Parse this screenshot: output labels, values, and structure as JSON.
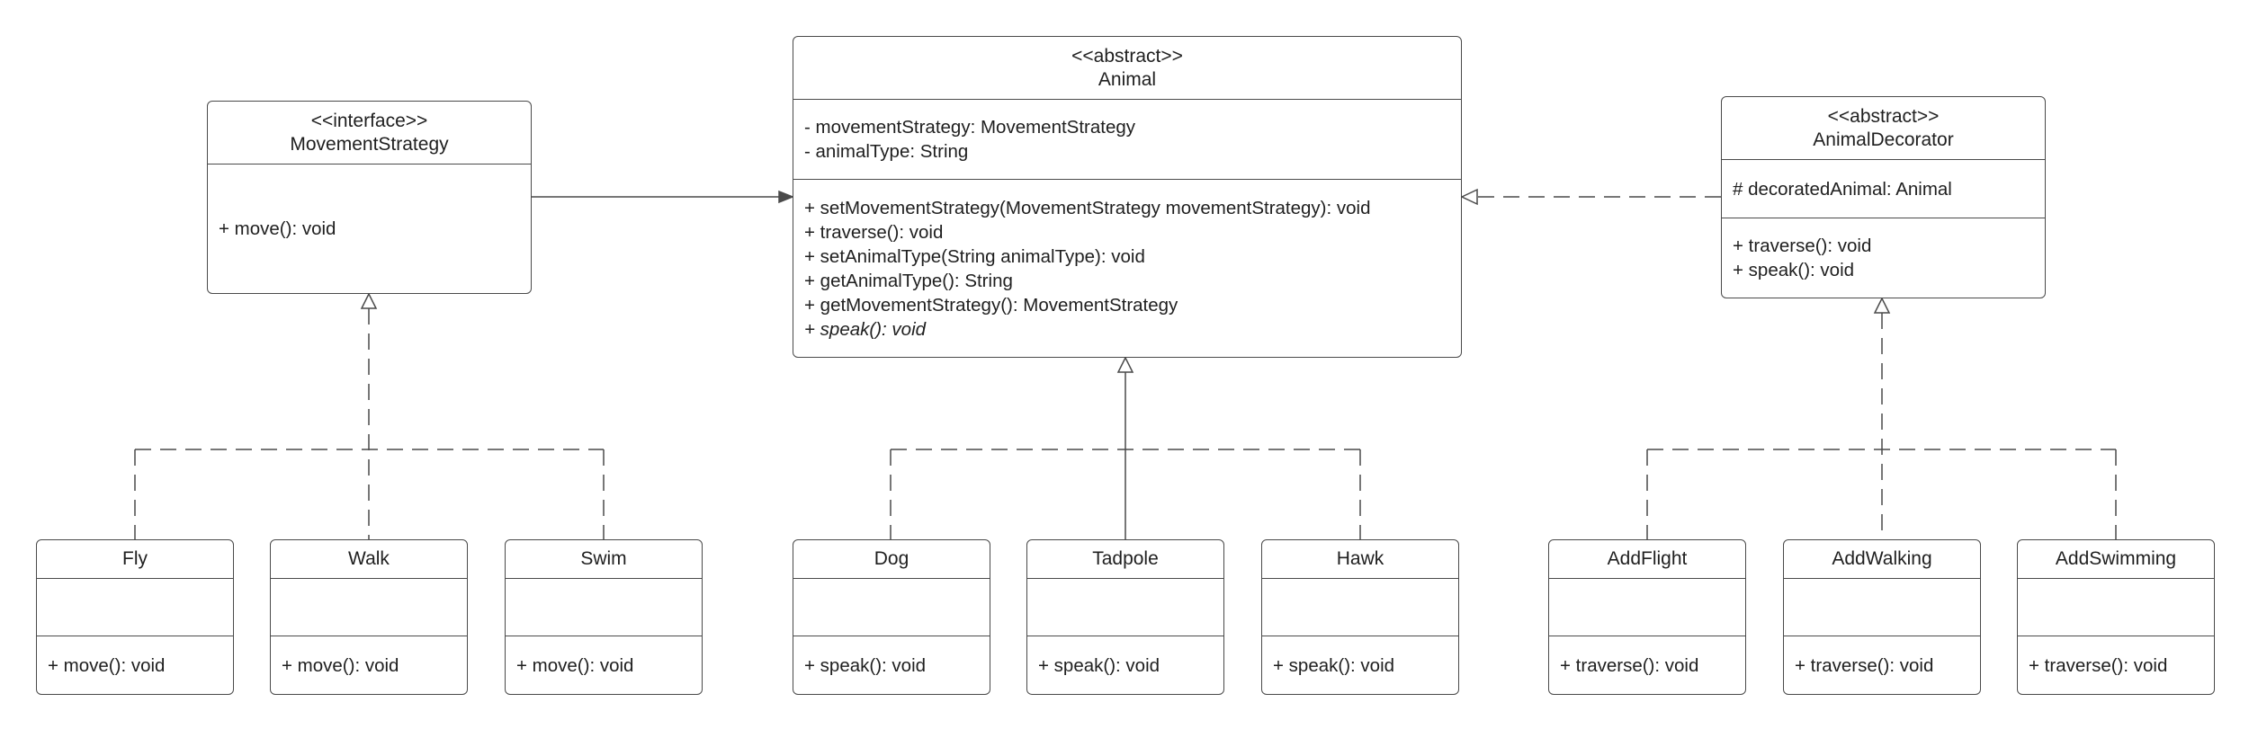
{
  "diagram": {
    "classes": {
      "movement_strategy": {
        "stereotype": "<<interface>>",
        "name": "MovementStrategy",
        "attributes": [],
        "methods": [
          "+ move(): void"
        ]
      },
      "animal": {
        "stereotype": "<<abstract>>",
        "name": "Animal",
        "attributes": [
          "- movementStrategy: MovementStrategy",
          "- animalType: String"
        ],
        "methods": [
          "+ setMovementStrategy(MovementStrategy movementStrategy): void",
          "+ traverse(): void",
          "+ setAnimalType(String animalType): void",
          "+ getAnimalType(): String",
          "+ getMovementStrategy(): MovementStrategy",
          "+ speak(): void"
        ],
        "abstract_methods": [
          "+ speak(): void"
        ]
      },
      "animal_decorator": {
        "stereotype": "<<abstract>>",
        "name": "AnimalDecorator",
        "attributes": [
          "# decoratedAnimal: Animal"
        ],
        "methods": [
          "+ traverse(): void",
          "+ speak(): void"
        ]
      },
      "fly": {
        "name": "Fly",
        "attributes": [],
        "methods": [
          "+ move(): void"
        ]
      },
      "walk": {
        "name": "Walk",
        "attributes": [],
        "methods": [
          "+ move(): void"
        ]
      },
      "swim": {
        "name": "Swim",
        "attributes": [],
        "methods": [
          "+ move(): void"
        ]
      },
      "dog": {
        "name": "Dog",
        "attributes": [],
        "methods": [
          "+ speak(): void"
        ]
      },
      "tadpole": {
        "name": "Tadpole",
        "attributes": [],
        "methods": [
          "+ speak(): void"
        ]
      },
      "hawk": {
        "name": "Hawk",
        "attributes": [],
        "methods": [
          "+ speak(): void"
        ]
      },
      "add_flight": {
        "name": "AddFlight",
        "attributes": [],
        "methods": [
          "+ traverse(): void"
        ]
      },
      "add_walking": {
        "name": "AddWalking",
        "attributes": [],
        "methods": [
          "+ traverse(): void"
        ]
      },
      "add_swimming": {
        "name": "AddSwimming",
        "attributes": [],
        "methods": [
          "+ traverse(): void"
        ]
      }
    },
    "relationships": [
      {
        "type": "association",
        "from": "MovementStrategy",
        "to": "Animal"
      },
      {
        "type": "realization",
        "from": "AnimalDecorator",
        "to": "Animal"
      },
      {
        "type": "realization",
        "from": [
          "Fly",
          "Walk",
          "Swim"
        ],
        "to": "MovementStrategy"
      },
      {
        "type": "generalization",
        "from": [
          "Dog",
          "Tadpole",
          "Hawk"
        ],
        "to": "Animal"
      },
      {
        "type": "generalization",
        "from": [
          "AddFlight",
          "AddWalking",
          "AddSwimming"
        ],
        "to": "AnimalDecorator"
      }
    ],
    "colors": {
      "stroke": "#4a4a4a",
      "text": "#1f1f1f",
      "background": "#ffffff"
    }
  }
}
